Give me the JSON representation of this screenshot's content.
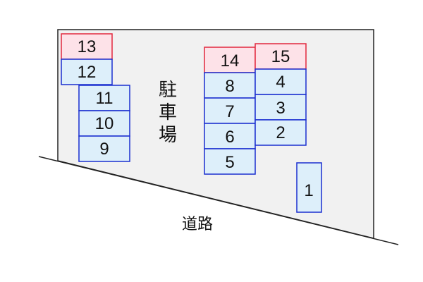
{
  "colors": {
    "lot_fill": "#f1f1f1",
    "lot_stroke": "#222222",
    "slot_fill_blue": "#ddeffa",
    "slot_stroke_blue": "#1a2fd0",
    "slot_fill_red": "#fde2e8",
    "slot_stroke_red": "#e2283d",
    "text": "#111111"
  },
  "lot_label_chars": [
    "駐",
    "車",
    "場"
  ],
  "road_label": "道路",
  "spaces": [
    {
      "id": "13",
      "label": "13",
      "type": "red"
    },
    {
      "id": "12",
      "label": "12",
      "type": "blue"
    },
    {
      "id": "11",
      "label": "11",
      "type": "blue"
    },
    {
      "id": "10",
      "label": "10",
      "type": "blue"
    },
    {
      "id": "9",
      "label": "9",
      "type": "blue"
    },
    {
      "id": "14",
      "label": "14",
      "type": "red"
    },
    {
      "id": "8",
      "label": "8",
      "type": "blue"
    },
    {
      "id": "7",
      "label": "7",
      "type": "blue"
    },
    {
      "id": "6",
      "label": "6",
      "type": "blue"
    },
    {
      "id": "5",
      "label": "5",
      "type": "blue"
    },
    {
      "id": "15",
      "label": "15",
      "type": "red"
    },
    {
      "id": "4",
      "label": "4",
      "type": "blue"
    },
    {
      "id": "3",
      "label": "3",
      "type": "blue"
    },
    {
      "id": "2",
      "label": "2",
      "type": "blue"
    },
    {
      "id": "1",
      "label": "1",
      "type": "blue"
    }
  ]
}
